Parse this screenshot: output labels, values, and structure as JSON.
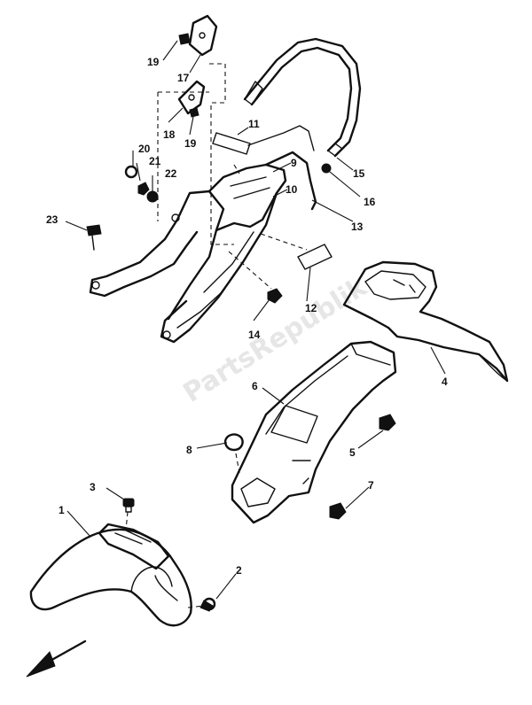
{
  "watermark": "PartsRepublik",
  "callouts": [
    {
      "id": "1",
      "label": "1"
    },
    {
      "id": "2",
      "label": "2"
    },
    {
      "id": "3",
      "label": "3"
    },
    {
      "id": "4",
      "label": "4"
    },
    {
      "id": "5",
      "label": "5"
    },
    {
      "id": "6",
      "label": "6"
    },
    {
      "id": "7",
      "label": "7"
    },
    {
      "id": "8",
      "label": "8"
    },
    {
      "id": "9",
      "label": "9"
    },
    {
      "id": "10",
      "label": "10"
    },
    {
      "id": "11",
      "label": "11"
    },
    {
      "id": "12",
      "label": "12"
    },
    {
      "id": "13",
      "label": "13"
    },
    {
      "id": "14",
      "label": "14"
    },
    {
      "id": "15",
      "label": "15"
    },
    {
      "id": "16",
      "label": "16"
    },
    {
      "id": "17",
      "label": "17"
    },
    {
      "id": "18",
      "label": "18"
    },
    {
      "id": "19a",
      "label": "19"
    },
    {
      "id": "19b",
      "label": "19"
    },
    {
      "id": "20",
      "label": "20"
    },
    {
      "id": "21",
      "label": "21"
    },
    {
      "id": "22",
      "label": "22"
    },
    {
      "id": "23",
      "label": "23"
    }
  ],
  "icons": {
    "direction": "front-arrow-icon"
  }
}
